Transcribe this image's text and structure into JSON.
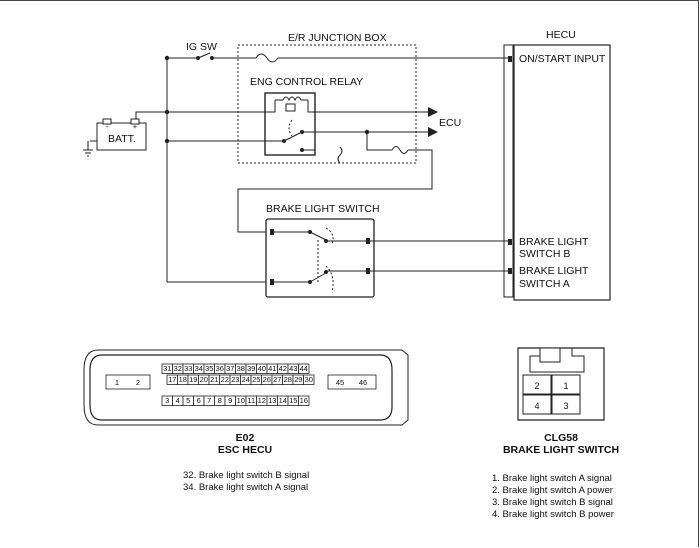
{
  "labels": {
    "junction_box": "E/R JUNCTION BOX",
    "hecu": "HECU",
    "ig_sw": "IG SW",
    "relay": "ENG CONTROL RELAY",
    "batt": "BATT.",
    "ecu": "ECU",
    "on_start": "ON/START INPUT",
    "brake_switch": "BRAKE LIGHT SWITCH",
    "hecu_b_line1": "BRAKE LIGHT",
    "hecu_b_line2": "SWITCH B",
    "hecu_a_line1": "BRAKE LIGHT",
    "hecu_a_line2": "SWITCH A",
    "batt_minus": "-",
    "batt_plus": "+"
  },
  "connectors": {
    "e02": {
      "code": "E02",
      "name": "ESC HECU",
      "row1": [
        "31",
        "32",
        "33",
        "34",
        "35",
        "36",
        "37",
        "38",
        "39",
        "40",
        "41",
        "42",
        "43",
        "44"
      ],
      "row2": [
        "17",
        "18",
        "19",
        "20",
        "21",
        "22",
        "23",
        "24",
        "25",
        "26",
        "27",
        "28",
        "29",
        "30"
      ],
      "row3": [
        "3",
        "4",
        "5",
        "6",
        "7",
        "8",
        "9",
        "10",
        "11",
        "12",
        "13",
        "14",
        "15",
        "16"
      ],
      "left_pins": [
        "1",
        "2"
      ],
      "right_pins": [
        "45",
        "46"
      ],
      "notes": [
        "32. Brake light switch B signal",
        "34. Brake light switch A signal"
      ]
    },
    "clg58": {
      "code": "CLG58",
      "name": "BRAKE LIGHT SWITCH",
      "pins": [
        "2",
        "1",
        "4",
        "3"
      ],
      "notes": [
        "1. Brake light switch A signal",
        "2. Brake light switch A power",
        "3. Brake light switch B signal",
        "4. Brake light switch B power"
      ]
    }
  }
}
